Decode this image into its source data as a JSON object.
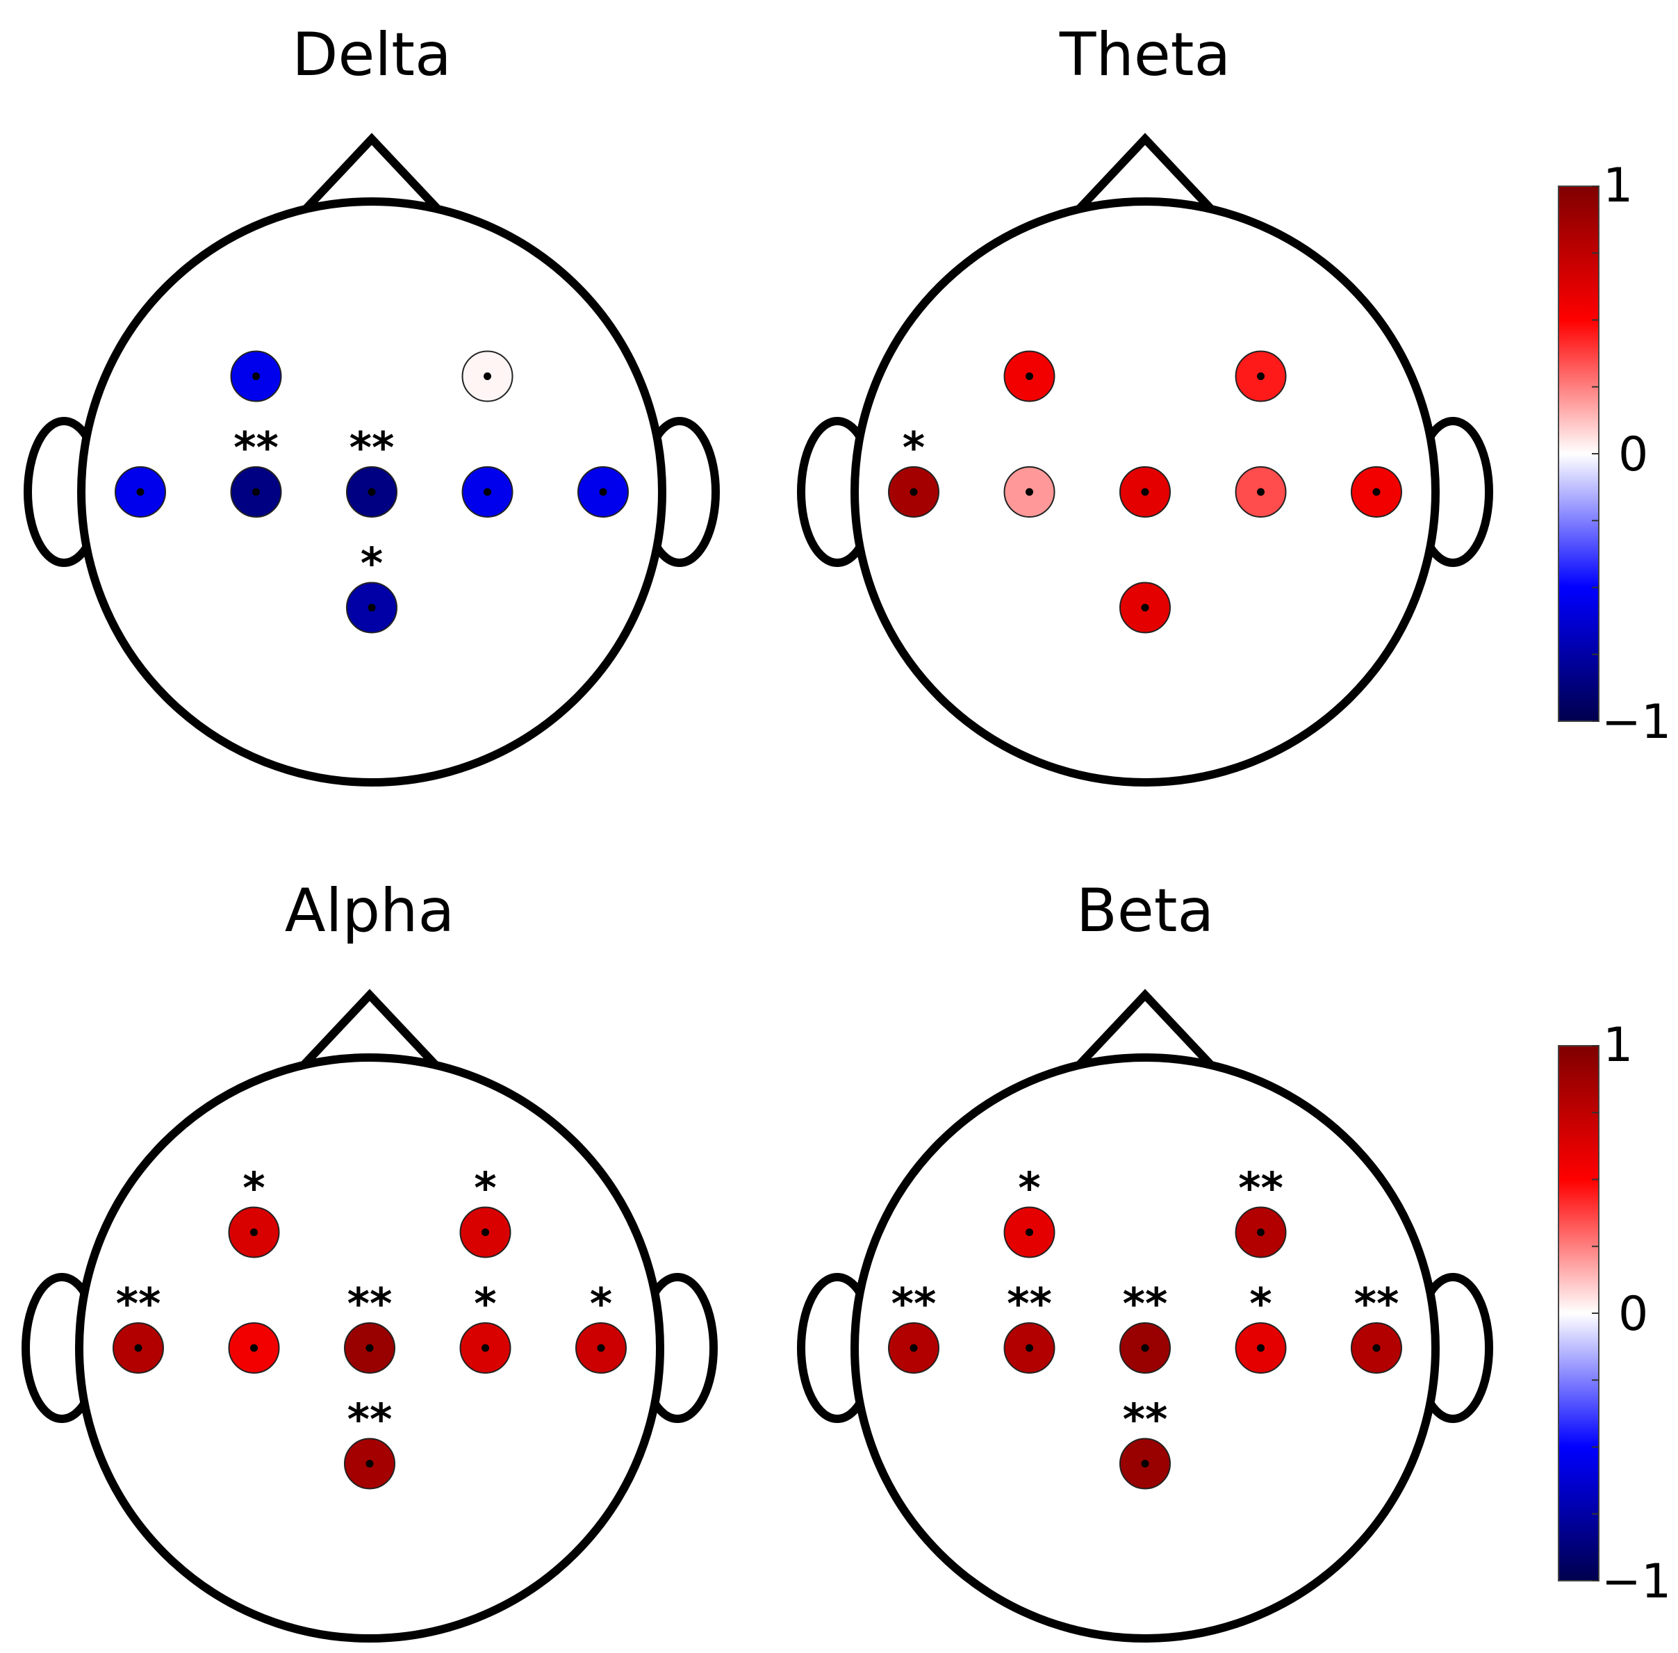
{
  "chart_data": {
    "type": "topoplot",
    "electrode_positions": [
      {
        "id": "e1",
        "x": -0.5,
        "y": 0.5
      },
      {
        "id": "e2",
        "x": 0.5,
        "y": 0.5
      },
      {
        "id": "e3",
        "x": -1.0,
        "y": 0.0
      },
      {
        "id": "e4",
        "x": -0.5,
        "y": 0.0
      },
      {
        "id": "e5",
        "x": 0.0,
        "y": 0.0
      },
      {
        "id": "e6",
        "x": 0.5,
        "y": 0.0
      },
      {
        "id": "e7",
        "x": 1.0,
        "y": 0.0
      },
      {
        "id": "e8",
        "x": 0.0,
        "y": -0.5
      }
    ],
    "colorbar": {
      "range": [
        -1,
        1
      ],
      "tick_labels": [
        "1",
        "0",
        "−1"
      ],
      "colormap": [
        "#00004d",
        "#0000ff",
        "#ffffff",
        "#ff0000",
        "#7f0000"
      ]
    },
    "panels": [
      {
        "title": "Delta",
        "values": [
          -0.55,
          0.02,
          -0.55,
          -0.85,
          -0.85,
          -0.55,
          -0.55,
          -0.75
        ],
        "significance": [
          "",
          "",
          "",
          "**",
          "**",
          "",
          "",
          "*"
        ]
      },
      {
        "title": "Theta",
        "values": [
          0.55,
          0.45,
          0.85,
          0.2,
          0.6,
          0.35,
          0.55,
          0.6
        ],
        "significance": [
          "",
          "",
          "*",
          "",
          "",
          "",
          "",
          ""
        ]
      },
      {
        "title": "Alpha",
        "values": [
          0.65,
          0.65,
          0.8,
          0.55,
          0.9,
          0.65,
          0.7,
          0.85
        ],
        "significance": [
          "*",
          "*",
          "**",
          "",
          "**",
          "*",
          "*",
          "**"
        ]
      },
      {
        "title": "Beta",
        "values": [
          0.6,
          0.8,
          0.8,
          0.8,
          0.9,
          0.6,
          0.8,
          0.9
        ],
        "significance": [
          "*",
          "**",
          "**",
          "**",
          "**",
          "*",
          "**",
          "**"
        ]
      }
    ]
  }
}
